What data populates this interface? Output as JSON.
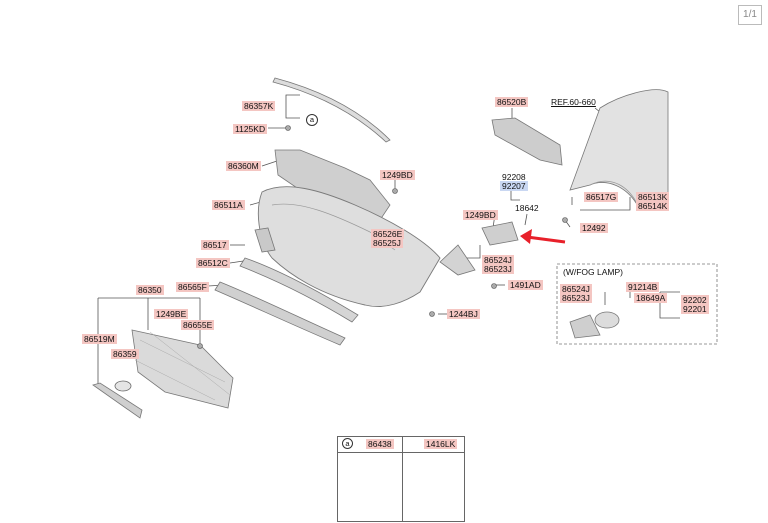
{
  "page_indicator": "1/1",
  "callout_marker": "a",
  "fog_group_title": "(W/FOG LAMP)",
  "parts": {
    "p86357K": "86357K",
    "p1125KD": "1125KD",
    "p86360M": "86360M",
    "p1249BD_a": "1249BD",
    "p86511A": "86511A",
    "p86526E": "86526E",
    "p86525J": "86525J",
    "p86517": "86517",
    "p86512C": "86512C",
    "p86565F": "86565F",
    "p86350": "86350",
    "p1249BE": "1249BE",
    "p86655E": "86655E",
    "p86519M": "86519M",
    "p86359": "86359",
    "p86520B": "86520B",
    "pRef": "REF.60-660",
    "p92208": "92208",
    "p92207": "92207",
    "p1249BD_b": "1249BD",
    "p18642": "18642",
    "p86517G": "86517G",
    "p86513K": "86513K",
    "p86514K": "86514K",
    "p12492": "12492",
    "p86524J_a": "86524J",
    "p86523J_a": "86523J",
    "p1491AD": "1491AD",
    "p1244BJ": "1244BJ",
    "p86524J_b": "86524J",
    "p86523J_b": "86523J",
    "p91214B": "91214B",
    "p18649A": "18649A",
    "p92202": "92202",
    "p92201": "92201"
  },
  "legend": {
    "marker": "a",
    "col1": "86438",
    "col2": "1416LK"
  },
  "colors": {
    "label_red": "#f4c6c2",
    "label_blue": "#c9d7f2",
    "arrow": "#e8202a",
    "part_fill": "#d9d9d9",
    "part_stroke": "#8a8a8a"
  }
}
